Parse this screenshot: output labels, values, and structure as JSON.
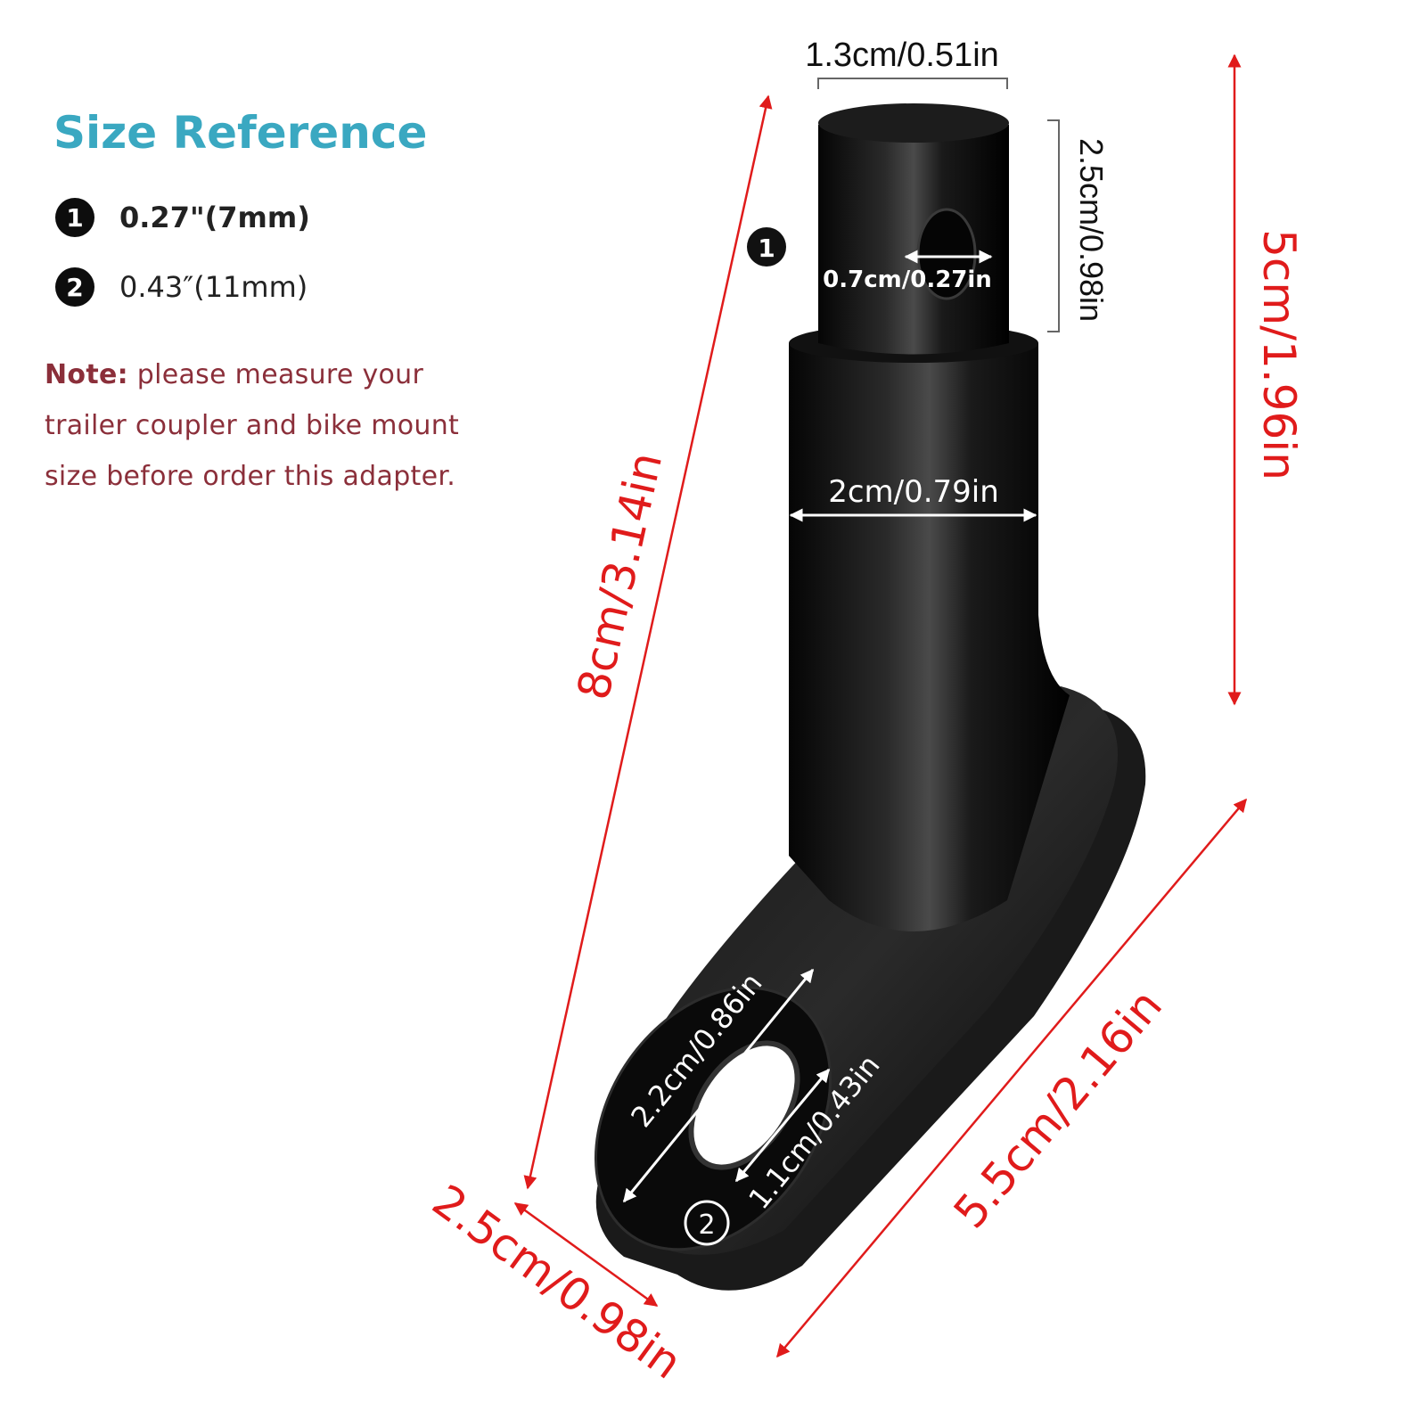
{
  "colors": {
    "title": "#3aa8c1",
    "note": "#8b2f3a",
    "red": "#e01b1b",
    "part": "#0d0d0d",
    "black_text": "#111111",
    "white_text": "#ffffff",
    "bracket": "#666666"
  },
  "reference": {
    "title": "Size Reference",
    "items": [
      {
        "marker": "1",
        "value": "0.27\"(7mm)"
      },
      {
        "marker": "2",
        "value": "0.43″(11mm)"
      }
    ],
    "note_label": "Note:",
    "note_lines": [
      " please measure your",
      "trailer coupler and bike mount",
      "size before order this adapter."
    ]
  },
  "dimensions": {
    "top_width": "1.3cm/0.51in",
    "top_height": "2.5cm/0.98in",
    "pin_hole": "0.7cm/0.27in",
    "shaft_width": "2cm/0.79in",
    "total_length": "8cm/3.14in",
    "total_height": "5cm/1.96in",
    "base_length": "5.5cm/2.16in",
    "base_width": "2.5cm/0.98in",
    "eye_outer": "2.2cm/0.86in",
    "eye_inner": "1.1cm/0.43in",
    "marker_1": "1",
    "marker_2": "2"
  }
}
